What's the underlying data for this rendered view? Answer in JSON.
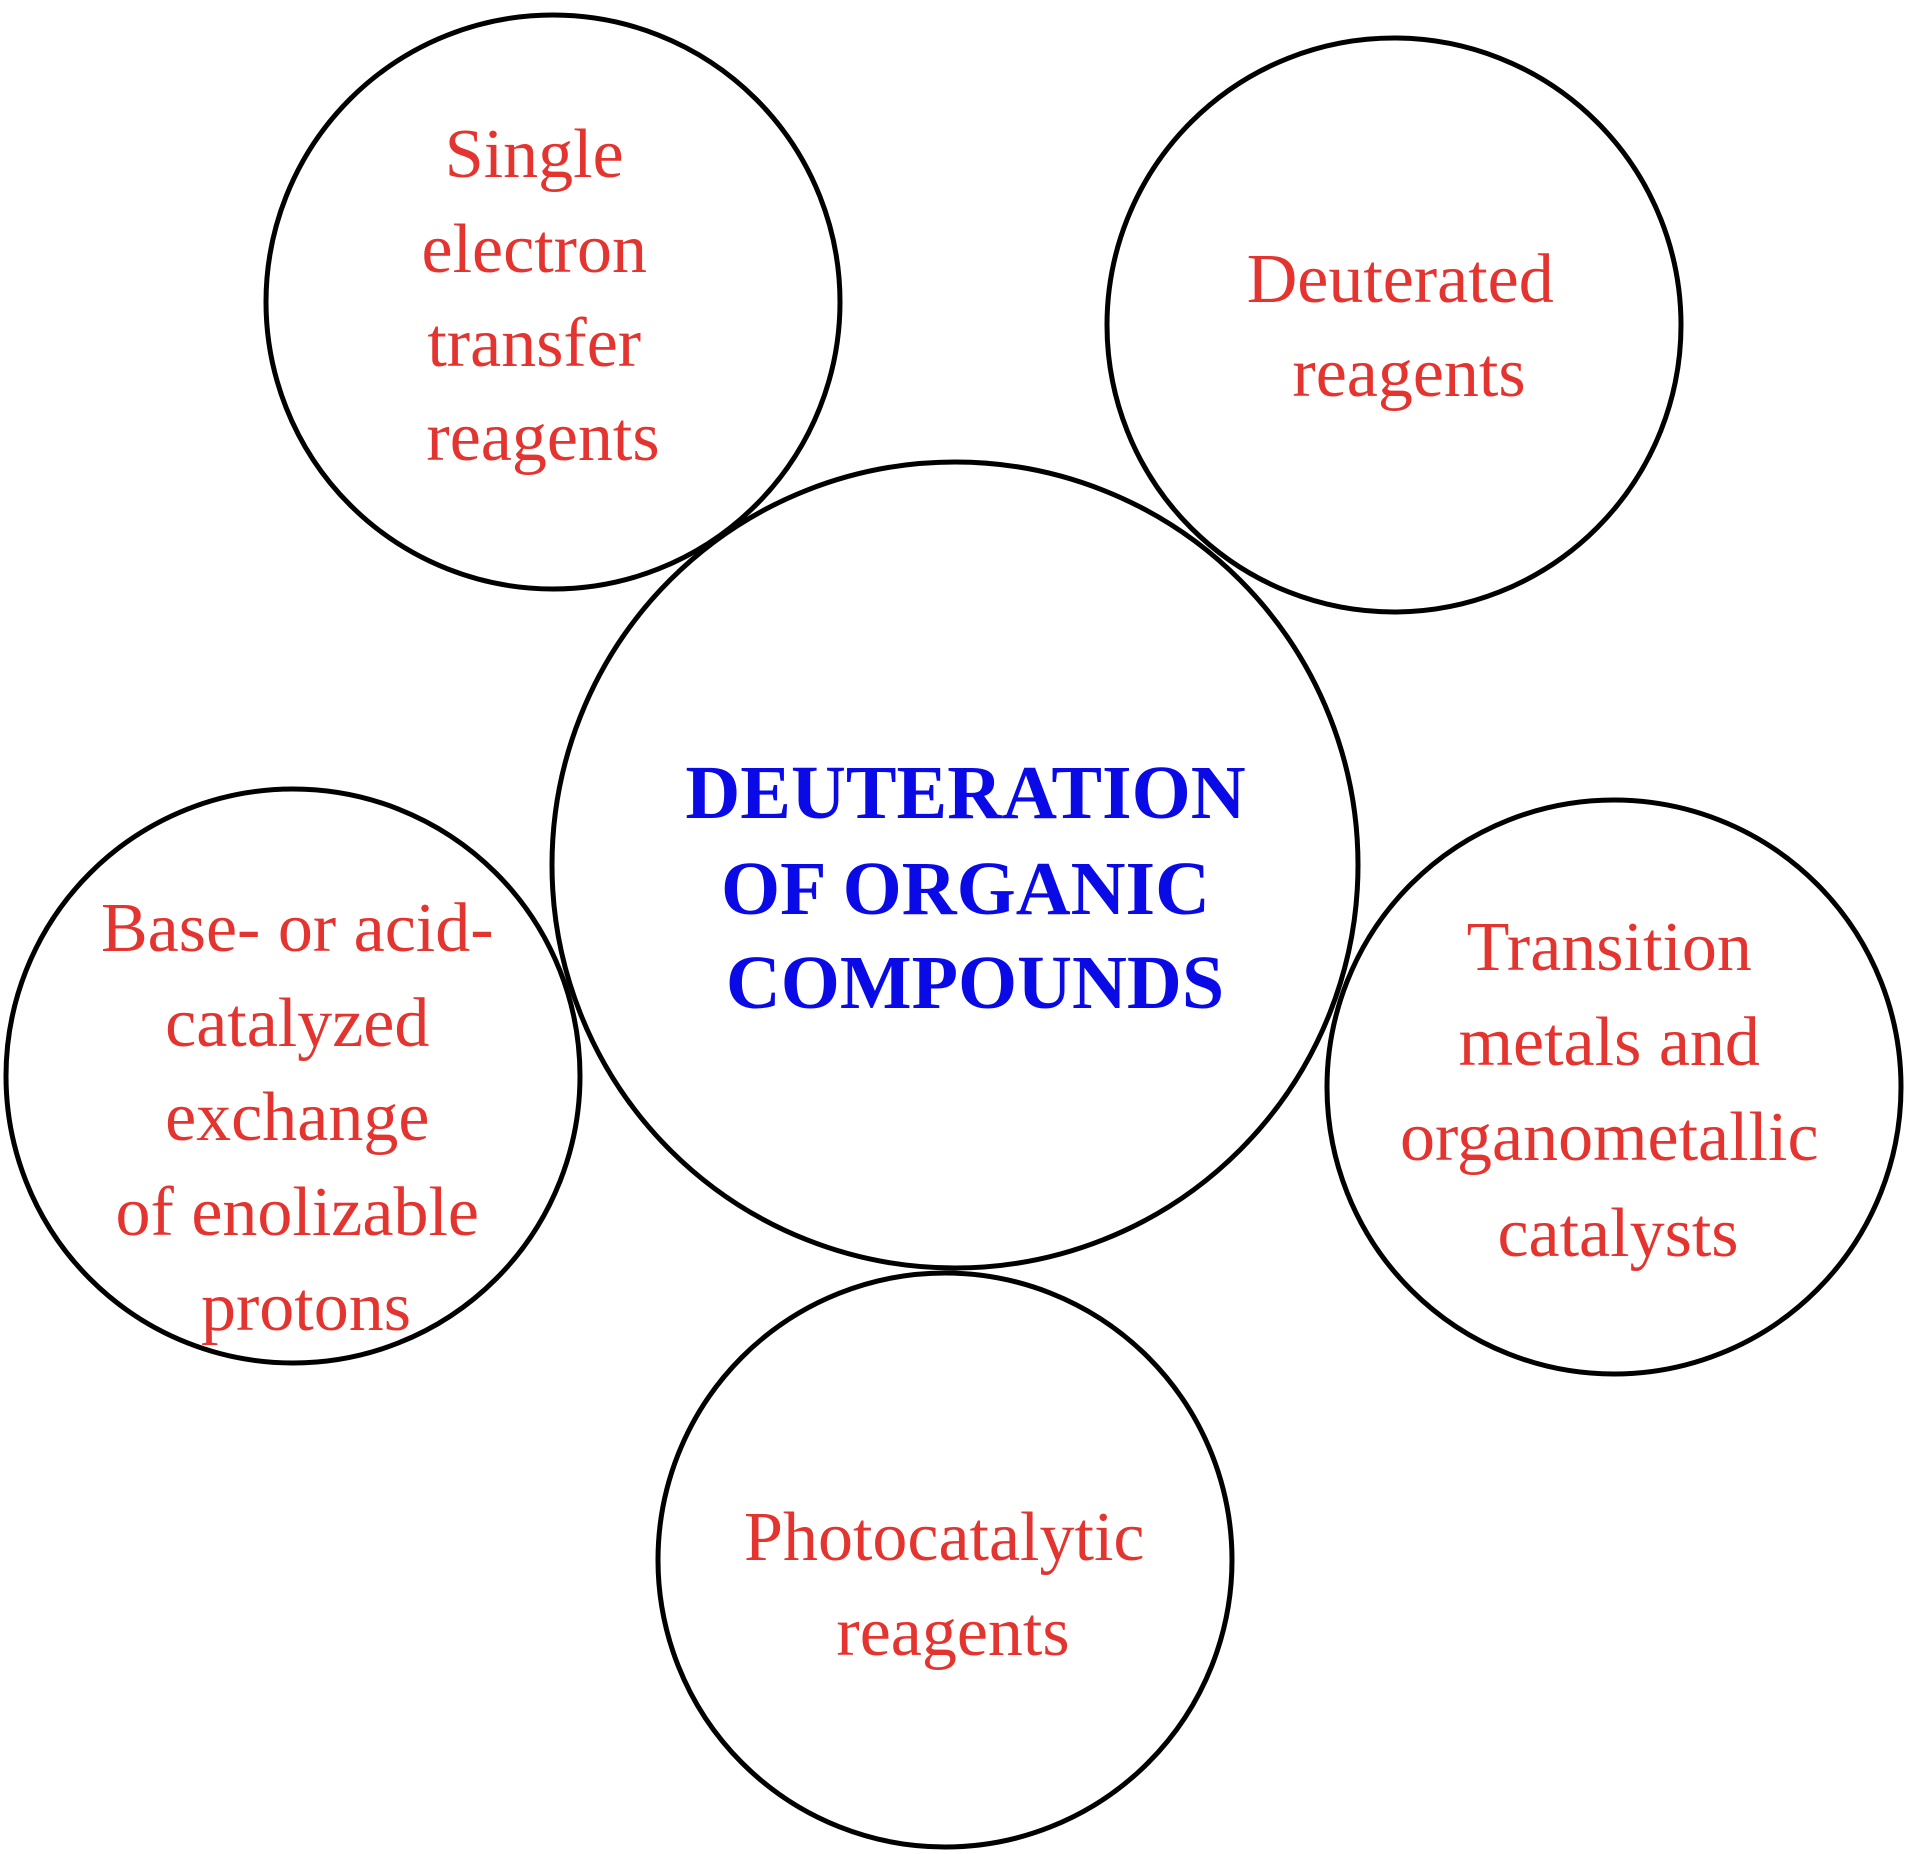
{
  "center": {
    "lines": [
      "DEUTERATION",
      "OF ORGANIC",
      "COMPOUNDS"
    ],
    "color": "#0a0ae6"
  },
  "satellites": [
    {
      "id": "single-electron",
      "lines": [
        "Single",
        "electron",
        "transfer",
        "reagents"
      ]
    },
    {
      "id": "deuterated",
      "lines": [
        "Deuterated",
        "reagents"
      ]
    },
    {
      "id": "base-acid",
      "lines": [
        "Base- or acid-",
        "catalyzed",
        "exchange",
        "of enolizable",
        "protons"
      ]
    },
    {
      "id": "transition-metals",
      "lines": [
        "Transition",
        "metals and",
        "organometallic",
        "catalysts"
      ]
    },
    {
      "id": "photocatalytic",
      "lines": [
        "Photocatalytic",
        "reagents"
      ]
    }
  ],
  "colors": {
    "satellite_text": "#e3342f",
    "stroke": "#000000"
  }
}
